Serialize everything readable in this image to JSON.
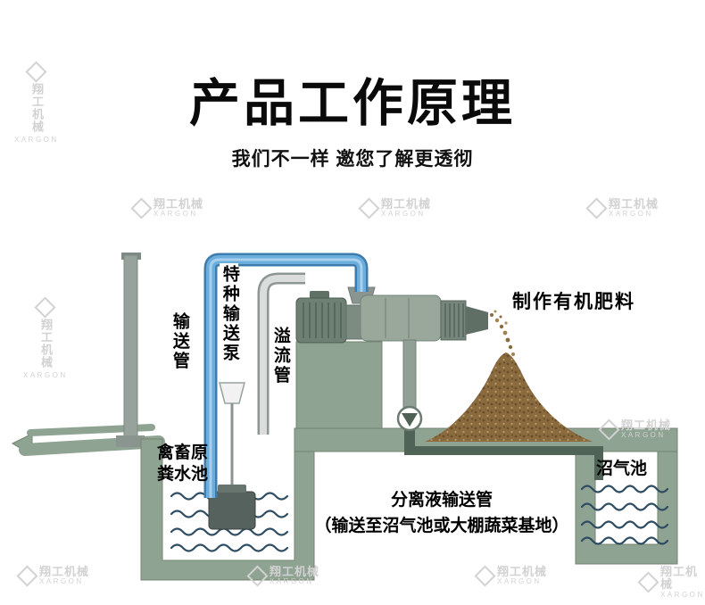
{
  "header": {
    "title": "产品工作原理",
    "subtitle": "我们不一样 邀您了解更透彻"
  },
  "watermark": {
    "cn": "翔工机械",
    "en": "XARGON"
  },
  "diagram": {
    "labels": {
      "conveying_pipe": "输送管",
      "special_pump": "特种输送泵",
      "overflow_pipe": "溢流管",
      "make_organic_fertilizer": "制作有机肥料",
      "manure_pool_line1": "禽畜原",
      "manure_pool_line2": "粪水池",
      "biogas_pool": "沼气池",
      "separated_liquid_pipe": "分离液输送管",
      "destination_note": "（输送至沼气池或大棚蔬菜基地）"
    },
    "colors": {
      "ground": "#8fa392",
      "pipe_blue": "#6aaede",
      "pipe_blue_dark": "#3f7cae",
      "water_line": "#2f4d63",
      "machine_motor": "#6e7f74",
      "machine_body": "#9aa89c",
      "pump_body": "#55625e",
      "pile_brown": "#8a6a3f",
      "dark_pipe": "#4f6456"
    }
  }
}
